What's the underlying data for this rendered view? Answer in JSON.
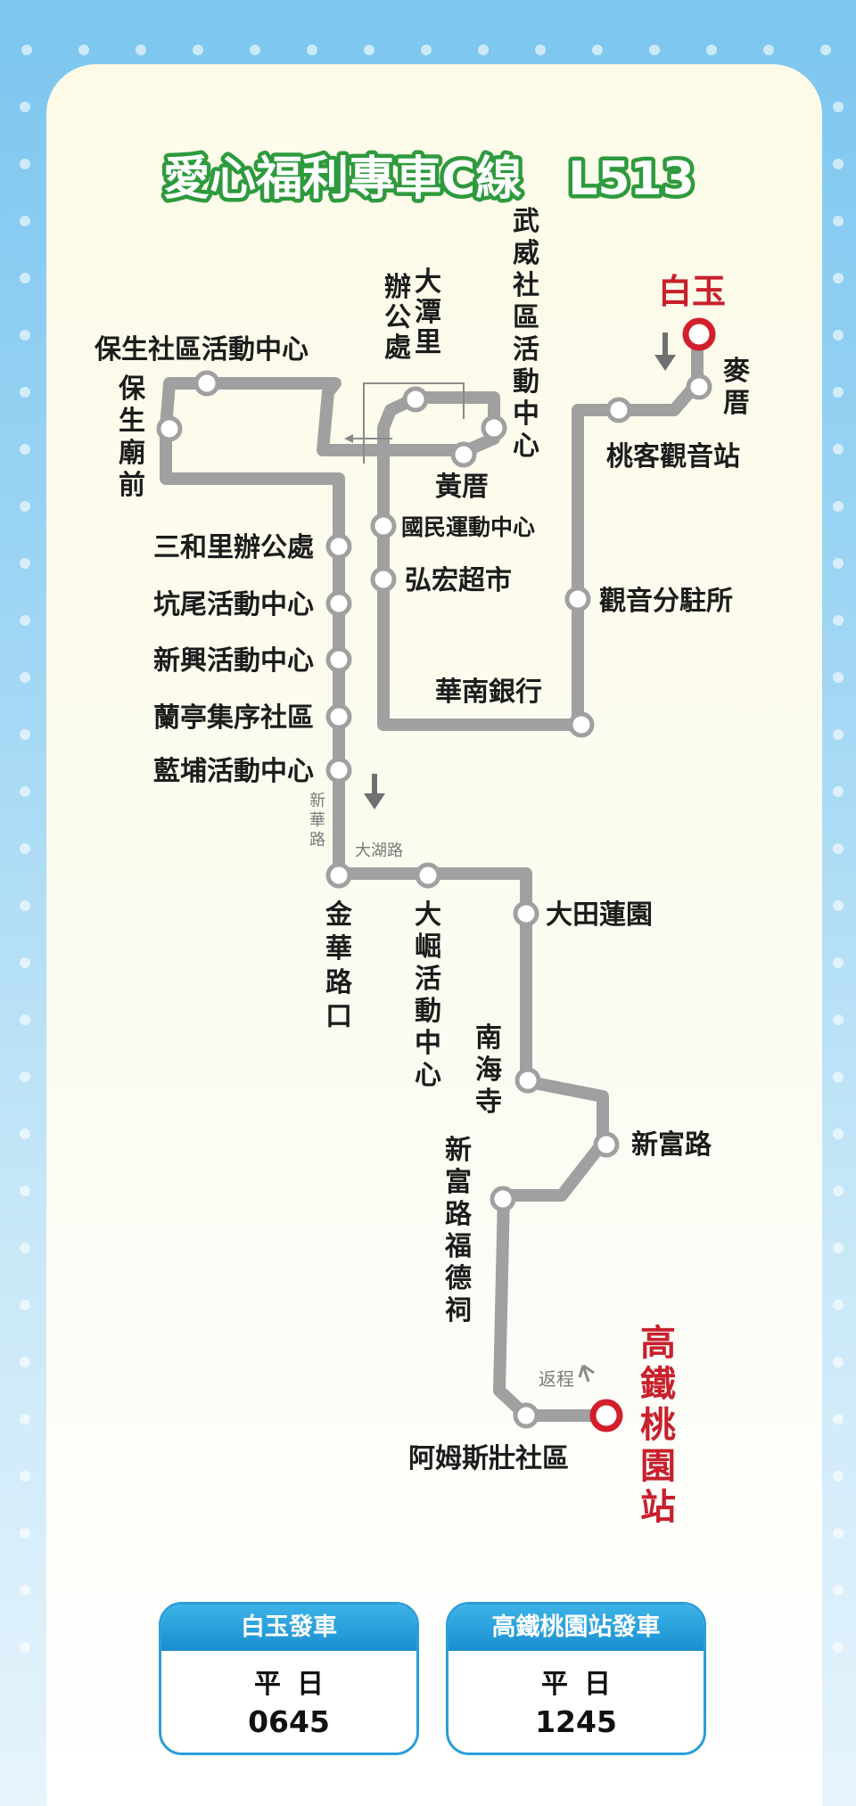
{
  "title": "愛心福利專車C線　L513",
  "colors": {
    "route": "#a0a0a0",
    "stop_outline": "#a0a0a0",
    "terminal": "#d21f2b",
    "title_fill": "#ffffff",
    "title_stroke": "#2e9a3d",
    "schedule_header": "#2b9ed8"
  },
  "terminals": {
    "start": "白玉",
    "end_chars": [
      "高",
      "鐵",
      "桃",
      "園",
      "站"
    ]
  },
  "stops": {
    "s01_chars": [
      "麥",
      "厝"
    ],
    "s02": "桃客觀音站",
    "s03": "觀音分駐所",
    "s04": "華南銀行",
    "s05": "弘宏超市",
    "s06": "國民運動中心",
    "s07_chars": [
      "武",
      "威",
      "社",
      "區",
      "活",
      "動",
      "中",
      "心"
    ],
    "s08": "黃厝",
    "s09_col1": [
      "辦",
      "公",
      "處"
    ],
    "s09_col2": [
      "大",
      "潭",
      "里"
    ],
    "s10": "保生社區活動中心",
    "s11_chars": [
      "保",
      "生",
      "廟",
      "前"
    ],
    "s12": "三和里辦公處",
    "s13": "坑尾活動中心",
    "s14": "新興活動中心",
    "s15": "蘭亭集序社區",
    "s16": "藍埔活動中心",
    "s17_chars": [
      "金",
      "華",
      "路",
      "口"
    ],
    "s18_chars": [
      "大",
      "崛",
      "活",
      "動",
      "中",
      "心"
    ],
    "s19": "大田蓮園",
    "s20_chars": [
      "南",
      "海",
      "寺"
    ],
    "s21": "新富路",
    "s22_chars": [
      "新",
      "富",
      "路",
      "福",
      "德",
      "祠"
    ],
    "s23": "阿姆斯壯社區"
  },
  "roads": {
    "r1_chars": [
      "新",
      "華",
      "路"
    ],
    "r2": "大湖路",
    "return_label": "返程"
  },
  "schedules": [
    {
      "header": "白玉發車",
      "day": "平日",
      "time": "0645"
    },
    {
      "header": "高鐵桃園站發車",
      "day": "平日",
      "time": "1245"
    }
  ]
}
